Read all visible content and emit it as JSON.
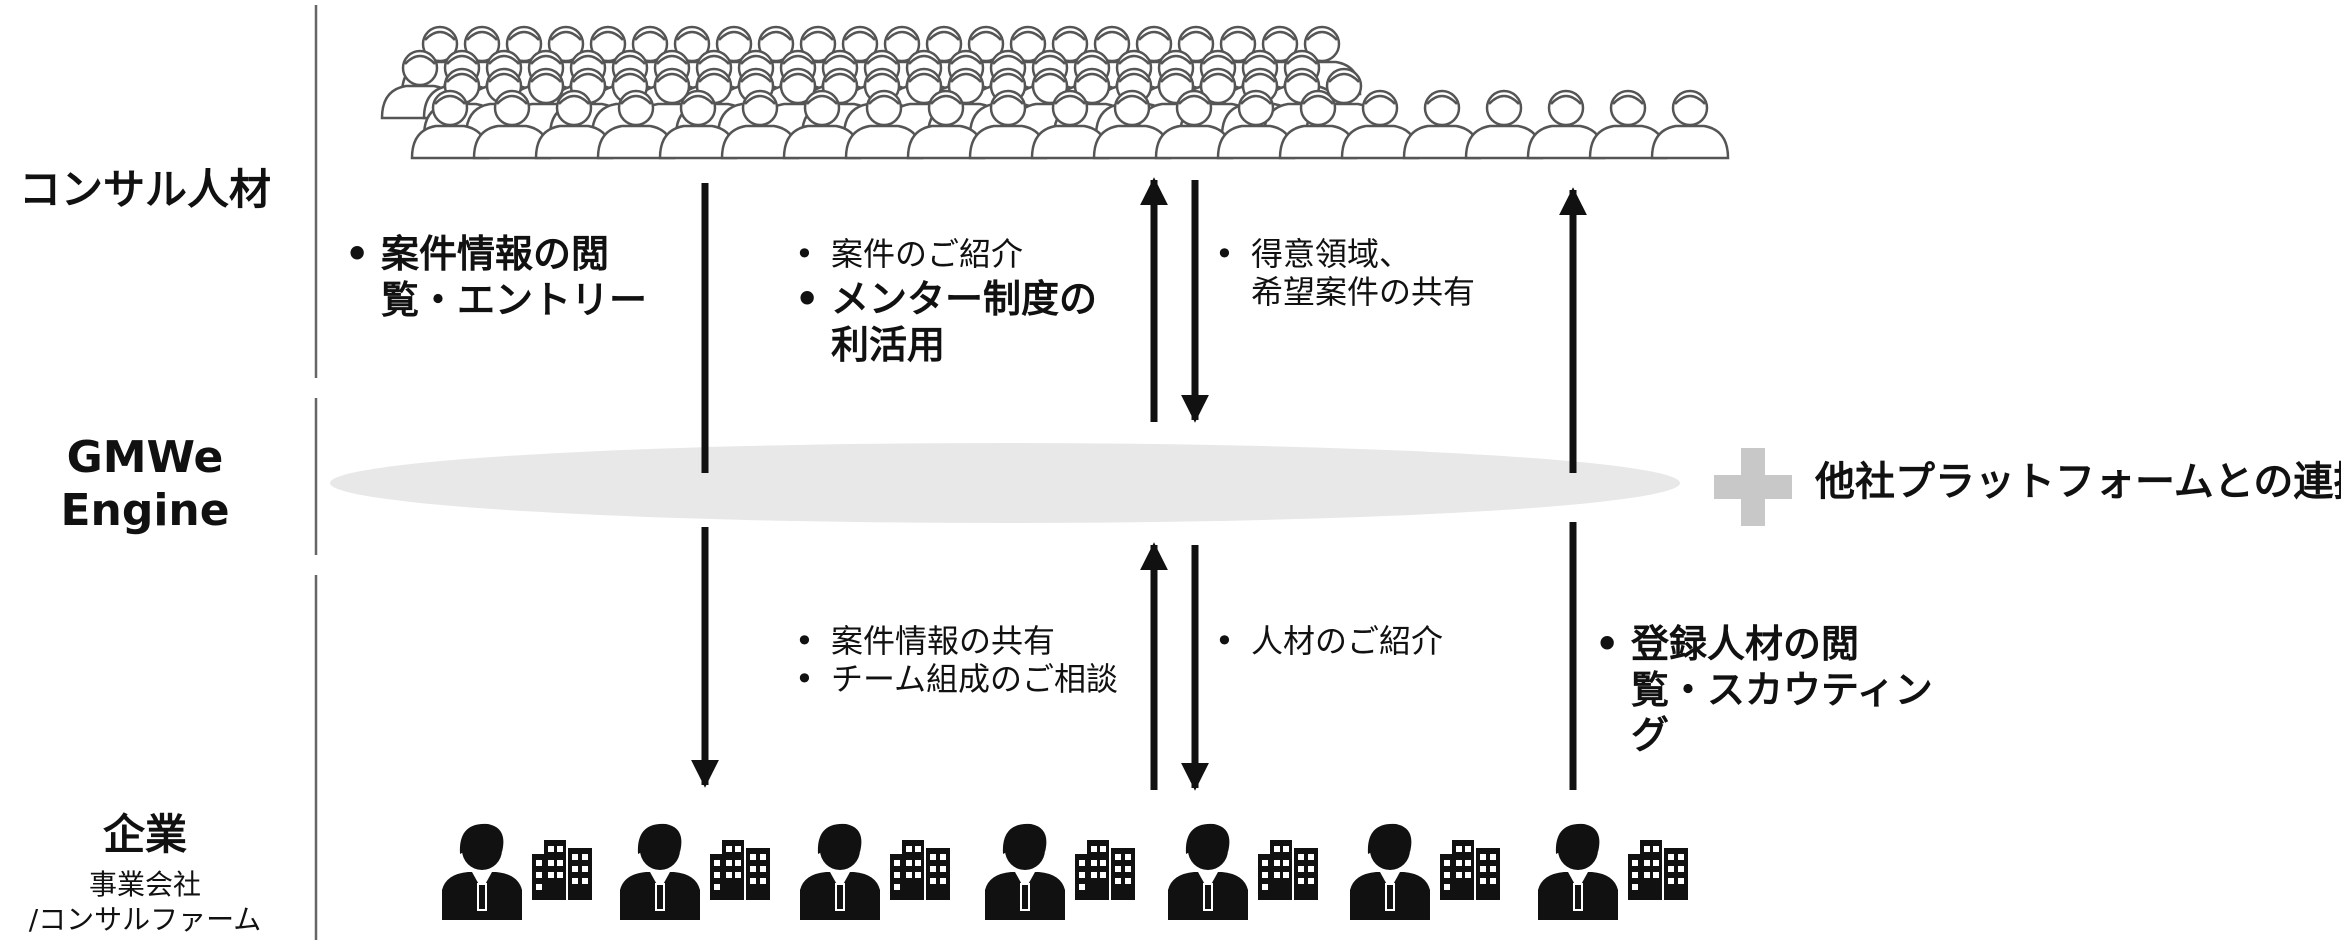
{
  "side_labels": {
    "consultant": "コンサル人材",
    "engine_line1": "GMWe",
    "engine_line2": "Engine",
    "company": "企業",
    "company_sub1": "事業会社",
    "company_sub2": "/コンサルファーム"
  },
  "notes": {
    "top_left": {
      "line1": "案件情報の閲",
      "line2": "覧・エントリー"
    },
    "top_mid": {
      "item1": "案件のご紹介",
      "item2_line1": "メンター制度の",
      "item2_line2": "利活用"
    },
    "top_right": {
      "line1": "得意領域、",
      "line2": "希望案件の共有"
    },
    "bottom_mid": {
      "item1": "案件情報の共有",
      "item2": "チーム組成のご相談"
    },
    "bottom_right": {
      "item1": "人材のご紹介"
    },
    "bottom_far_right": {
      "line1": "登録人材の閲",
      "line2": "覧・スカウティン",
      "line3": "グ"
    }
  },
  "platform_link": "他社プラットフォームとの連携",
  "colors": {
    "ellipse": "#e8e8e8",
    "plus": "#c8c8c8",
    "line": "#111111",
    "icon_outline": "#555555"
  },
  "icons": {
    "consultants": "person-outline-crowd",
    "companies": "businessperson-with-building"
  }
}
